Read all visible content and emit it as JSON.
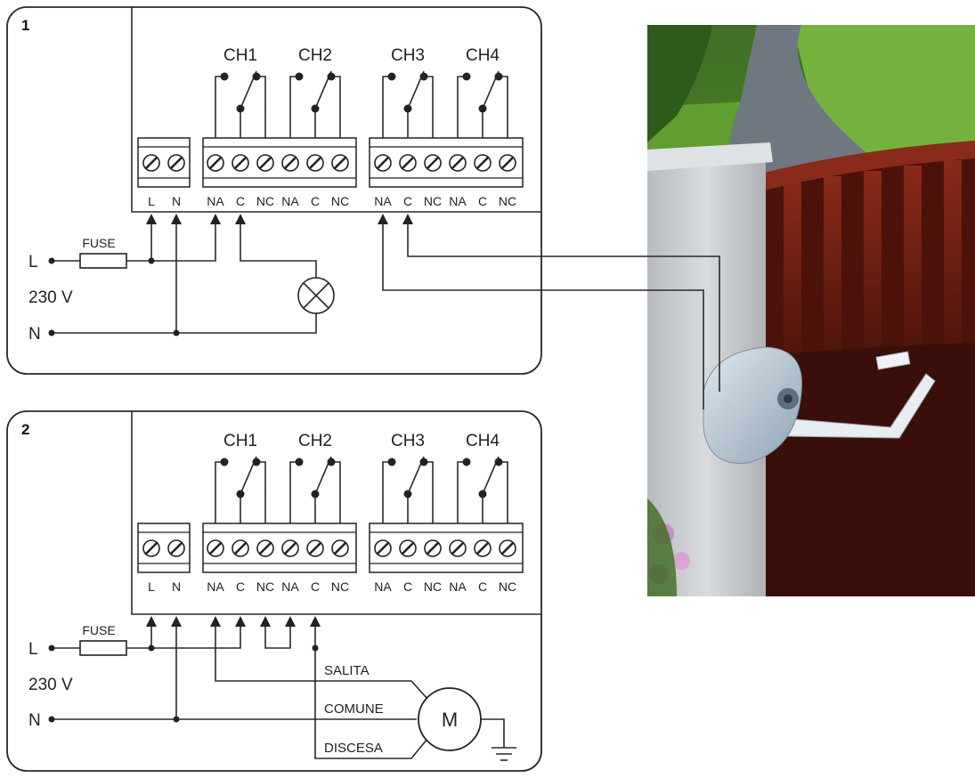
{
  "panels": [
    {
      "number": "1",
      "channels": [
        "CH1",
        "CH2",
        "CH3",
        "CH4"
      ],
      "power_terminals": [
        "L",
        "N"
      ],
      "group1_terminals": [
        "NA",
        "C",
        "NC",
        "NA",
        "C",
        "NC"
      ],
      "group2_terminals": [
        "NA",
        "C",
        "NC",
        "NA",
        "C",
        "NC"
      ],
      "fuse_label": "FUSE",
      "line_label": "L",
      "voltage_label": "230 V",
      "neutral_label": "N"
    },
    {
      "number": "2",
      "channels": [
        "CH1",
        "CH2",
        "CH3",
        "CH4"
      ],
      "power_terminals": [
        "L",
        "N"
      ],
      "group1_terminals": [
        "NA",
        "C",
        "NC",
        "NA",
        "C",
        "NC"
      ],
      "group2_terminals": [
        "NA",
        "C",
        "NC",
        "NA",
        "C",
        "NC"
      ],
      "fuse_label": "FUSE",
      "line_label": "L",
      "voltage_label": "230 V",
      "neutral_label": "N",
      "motor_symbol": "M",
      "motor_wires": [
        "SALITA",
        "COMUNE",
        "DISCESA"
      ]
    }
  ],
  "colors": {
    "wire": "#2a2a2a",
    "motor_body": "#b9c9d6",
    "gate_wood": "#6a1d12",
    "grass": "#5d9b2e",
    "path": "#6f7880",
    "pillar": "#c9cdd0"
  }
}
